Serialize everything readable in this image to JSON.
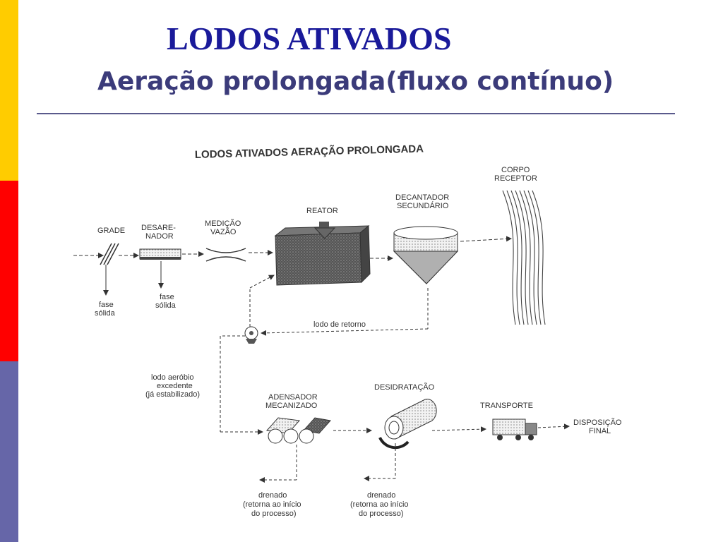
{
  "slide": {
    "title": "LODOS ATIVADOS",
    "subtitle": "Aeração prolongada(fluxo contínuo)"
  },
  "colors": {
    "title": "#1a1a9a",
    "subtitle": "#3b3b7a",
    "rule": "#5a5a8c",
    "sidebar_yellow": "#ffcc00",
    "sidebar_red": "#ff0000",
    "sidebar_blue": "#6666a8",
    "ink": "#333333"
  },
  "diagram": {
    "heading": "LODOS ATIVADOS AERAÇÃO PROLONGADA",
    "labels": {
      "grade": "GRADE",
      "desarenador_1": "DESARE-",
      "desarenador_2": "NADOR",
      "medicao_1": "MEDIÇÃO",
      "medicao_2": "VAZÃO",
      "reator": "REATOR",
      "decantador_1": "DECANTADOR",
      "decantador_2": "SECUNDÁRIO",
      "corpo_1": "CORPO",
      "corpo_2": "RECEPTOR",
      "fase_1": "fase",
      "fase_2": "sólida",
      "fase_b1": "fase",
      "fase_b2": "sólida",
      "lodo_retorno": "lodo de retorno",
      "excedente_1": "lodo aeróbio",
      "excedente_2": "excedente",
      "excedente_3": "(já estabilizado)",
      "adensador_1": "ADENSADOR",
      "adensador_2": "MECANIZADO",
      "desidratacao": "DESIDRATAÇÃO",
      "transporte": "TRANSPORTE",
      "disposicao_1": "DISPOSIÇÃO",
      "disposicao_2": "FINAL",
      "drenado_a1": "drenado",
      "drenado_a2": "(retorna ao início",
      "drenado_a3": "do processo)",
      "drenado_b1": "drenado",
      "drenado_b2": "(retorna ao início",
      "drenado_b3": "do processo)"
    }
  }
}
